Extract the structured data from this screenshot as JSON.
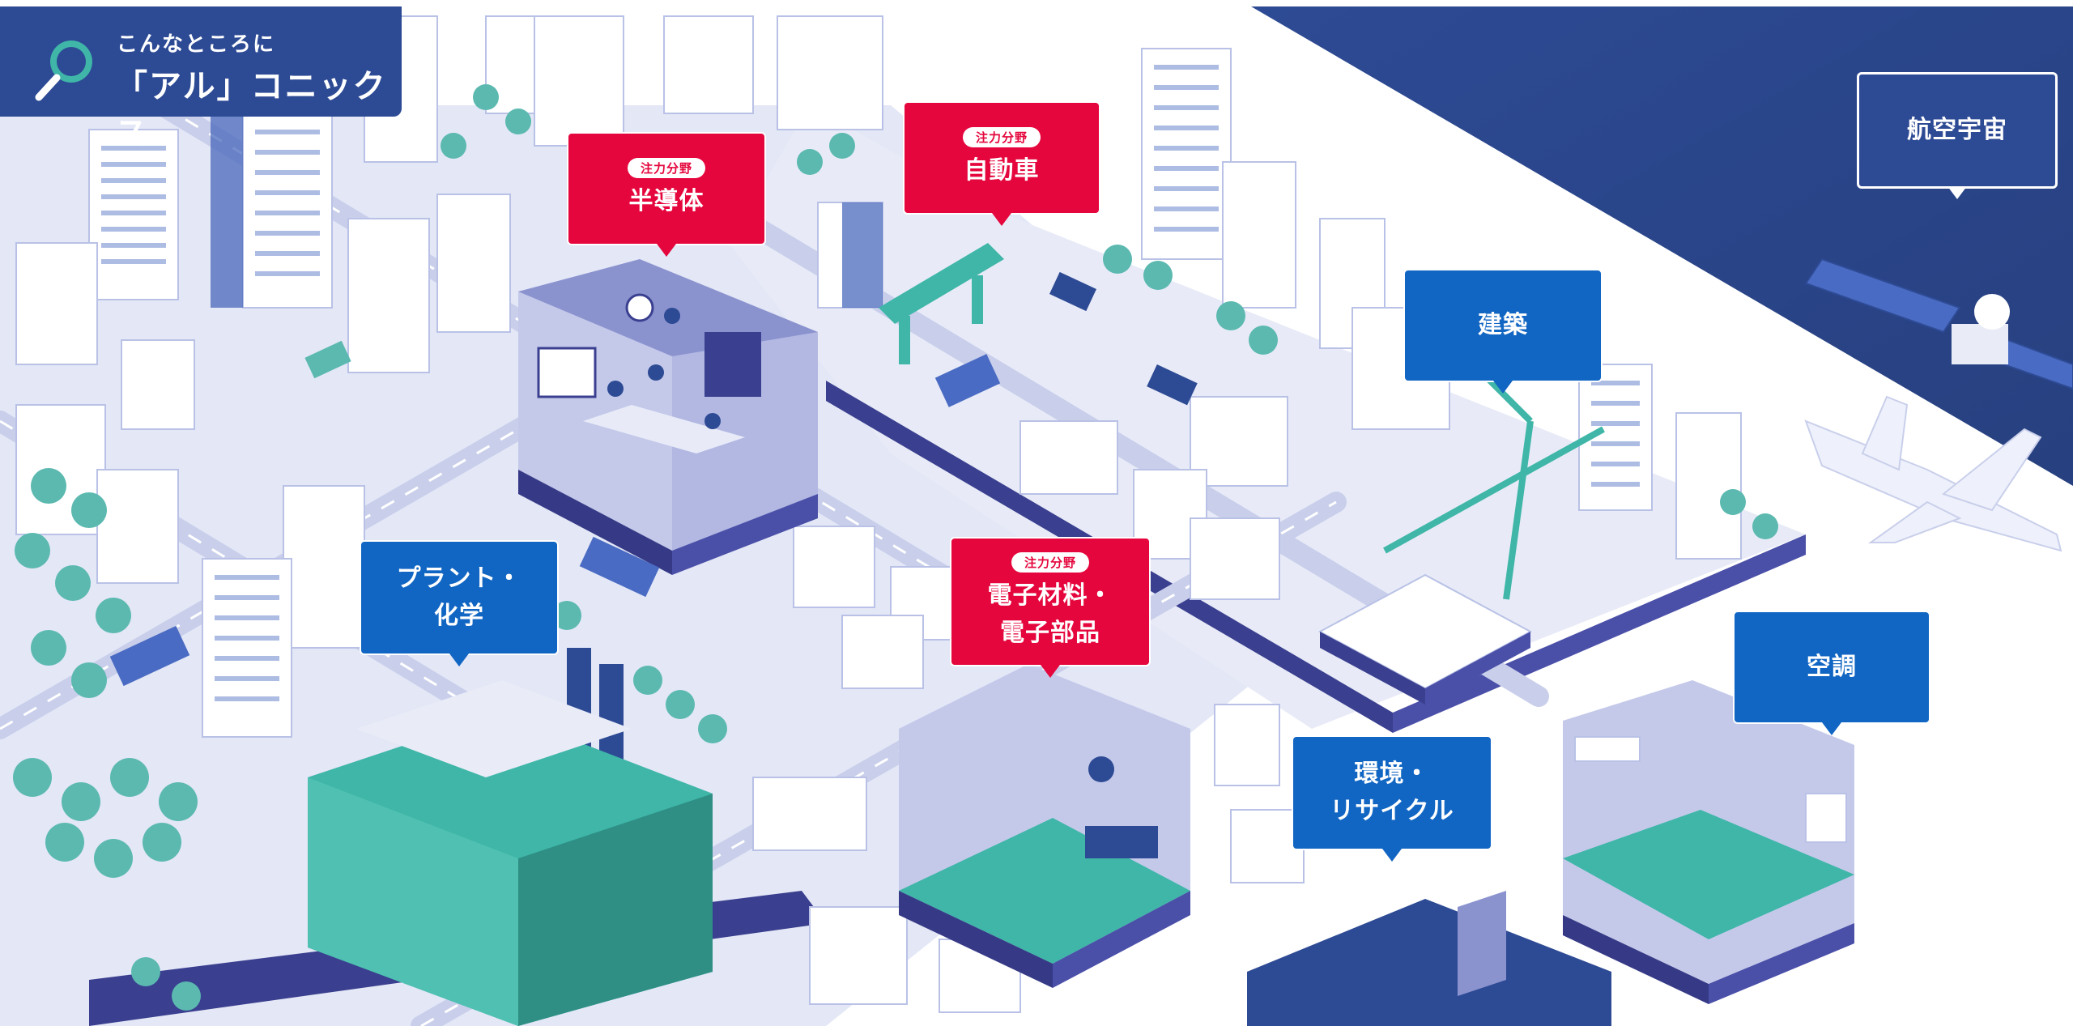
{
  "header": {
    "subtitle": "こんなところに",
    "title": "「アル」コニックス",
    "icon": "search-icon"
  },
  "fields": [
    {
      "id": "semiconductor",
      "badge": "注力分野",
      "label": "半導体",
      "style": "red"
    },
    {
      "id": "automotive",
      "badge": "注力分野",
      "label": "自動車",
      "style": "red"
    },
    {
      "id": "electronics",
      "badge": "注力分野",
      "label": "電子材料・\n電子部品",
      "style": "red"
    },
    {
      "id": "aerospace",
      "badge": "",
      "label": "航空宇宙",
      "style": "outline"
    },
    {
      "id": "construction",
      "badge": "",
      "label": "建築",
      "style": "blue"
    },
    {
      "id": "plant",
      "badge": "",
      "label": "プラント・\n化学",
      "style": "blue"
    },
    {
      "id": "environment",
      "badge": "",
      "label": "環境・\nリサイクル",
      "style": "blue"
    },
    {
      "id": "aircon",
      "badge": "",
      "label": "空調",
      "style": "blue"
    }
  ],
  "colors": {
    "navy": "#2d4a94",
    "accent_blue": "#1266c3",
    "accent_red": "#e5063d",
    "teal": "#3fb6a8",
    "ground": "#e3e7f6"
  }
}
